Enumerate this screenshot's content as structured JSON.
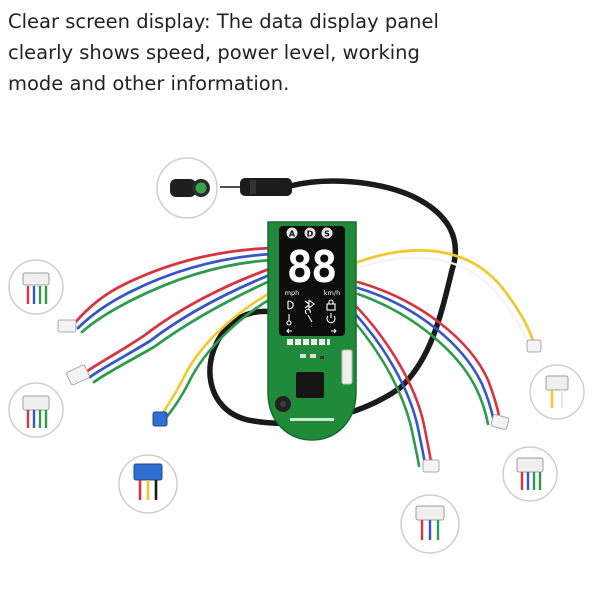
{
  "caption": {
    "line1": "Clear screen display: The data display panel",
    "line2": "clearly shows speed, power level, working",
    "line3": "mode and other information."
  },
  "display": {
    "digits": "88",
    "unit_mph": "mph",
    "unit_kmh": "km/h",
    "mode_a": "A",
    "mode_d": "D",
    "mode_s": "S"
  },
  "colors": {
    "pcb": "#1f8a3a",
    "cable": "#1a1a1a",
    "wire_red": "#d8343f",
    "wire_blue": "#3456c8",
    "wire_green": "#2e9b4c",
    "wire_yellow": "#f2c832",
    "wire_white": "#f4f4f4"
  },
  "icons": [
    "headlight-icon",
    "bluetooth-icon",
    "lock-icon",
    "thermometer-icon",
    "wrench-icon",
    "power-icon",
    "battery-icon"
  ]
}
